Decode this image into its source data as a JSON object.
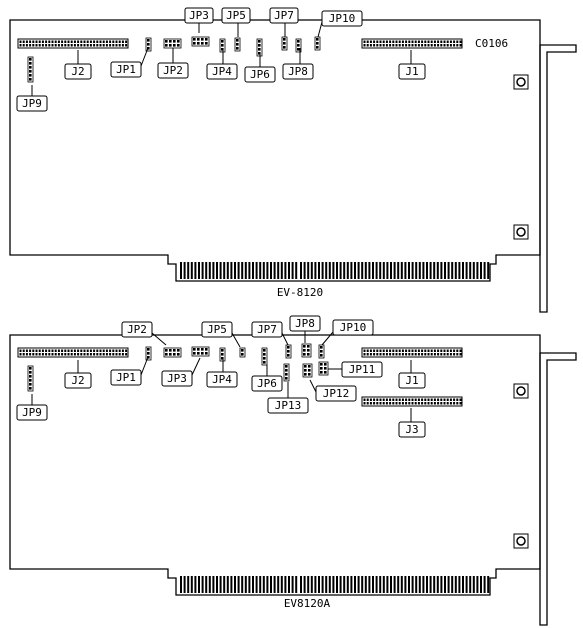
{
  "boards": [
    {
      "model": "EV-8120",
      "code": "C0106",
      "labels": {
        "jp1": "JP1",
        "jp2": "JP2",
        "jp3": "JP3",
        "jp4": "JP4",
        "jp5": "JP5",
        "jp6": "JP6",
        "jp7": "JP7",
        "jp8": "JP8",
        "jp9": "JP9",
        "jp10": "JP10",
        "j1": "J1",
        "j2": "J2"
      }
    },
    {
      "model": "EV8120A",
      "labels": {
        "jp1": "JP1",
        "jp2": "JP2",
        "jp3": "JP3",
        "jp4": "JP4",
        "jp5": "JP5",
        "jp6": "JP6",
        "jp7": "JP7",
        "jp8": "JP8",
        "jp9": "JP9",
        "jp10": "JP10",
        "jp11": "JP11",
        "jp12": "JP12",
        "jp13": "JP13",
        "j1": "J1",
        "j2": "J2",
        "j3": "J3"
      }
    }
  ]
}
